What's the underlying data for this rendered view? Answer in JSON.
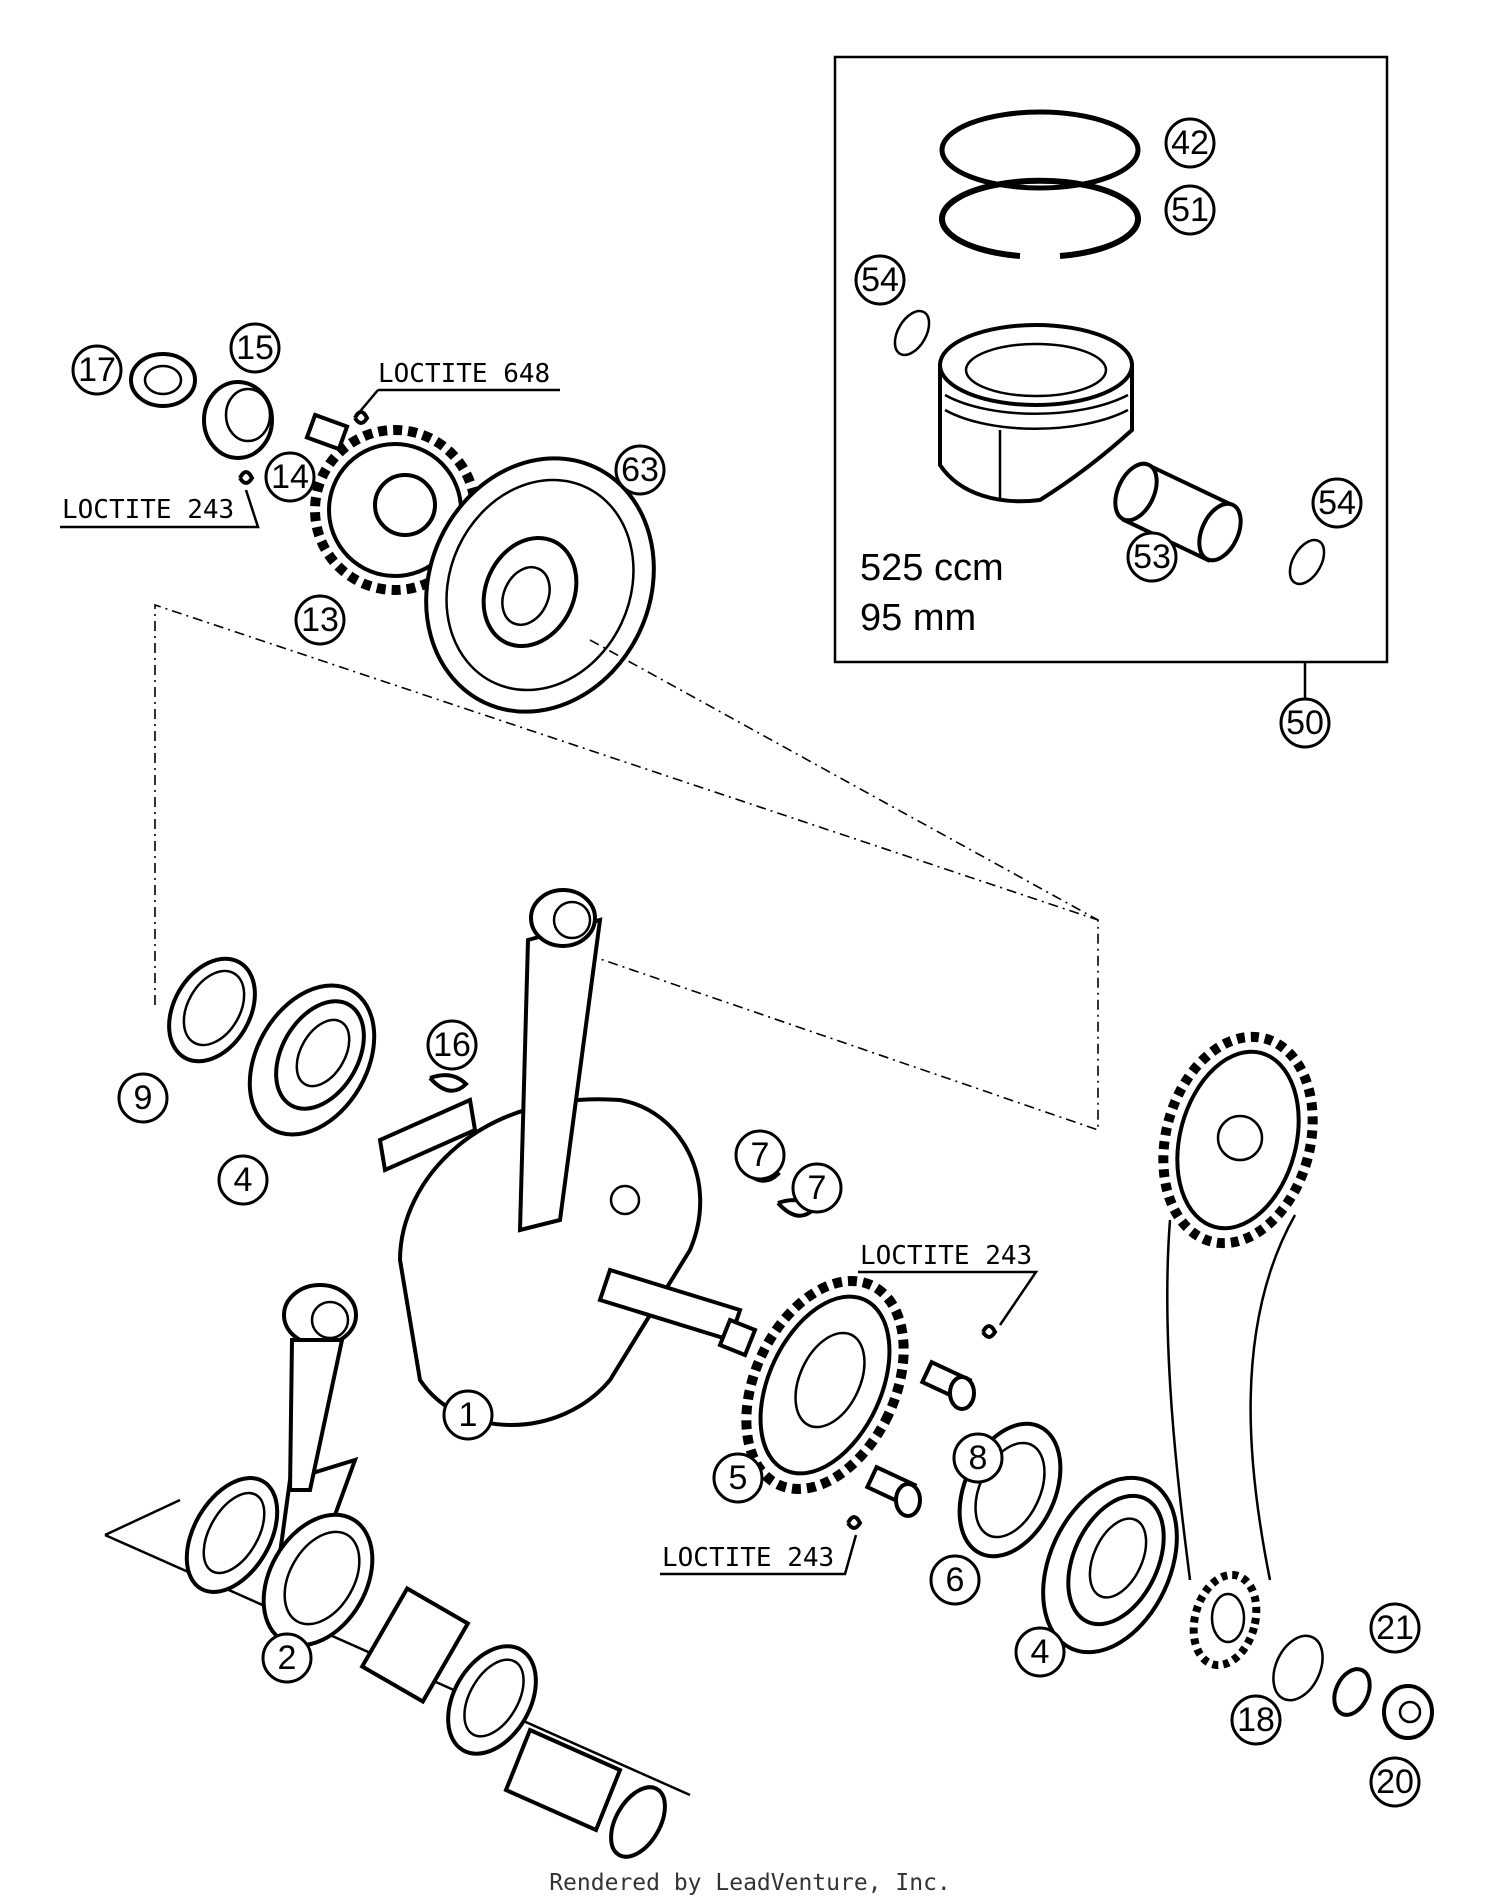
{
  "diagram": {
    "part_numbers": {
      "p1": "1",
      "p2": "2",
      "p4a": "4",
      "p4b": "4",
      "p5": "5",
      "p6": "6",
      "p7a": "7",
      "p7b": "7",
      "p8": "8",
      "p9": "9",
      "p13": "13",
      "p14": "14",
      "p15": "15",
      "p16": "16",
      "p17": "17",
      "p18": "18",
      "p20": "20",
      "p21": "21",
      "p42": "42",
      "p50": "50",
      "p51": "51",
      "p53": "53",
      "p54a": "54",
      "p54b": "54",
      "p63": "63"
    },
    "callouts": {
      "loctite_648": "LOCTITE 648",
      "loctite_243_left": "LOCTITE 243",
      "loctite_243_right_top": "LOCTITE 243",
      "loctite_243_right_bottom": "LOCTITE 243"
    },
    "piston_kit": {
      "displacement": "525 ccm",
      "bore": "95 mm"
    },
    "footer": "Rendered by LeadVenture, Inc."
  }
}
